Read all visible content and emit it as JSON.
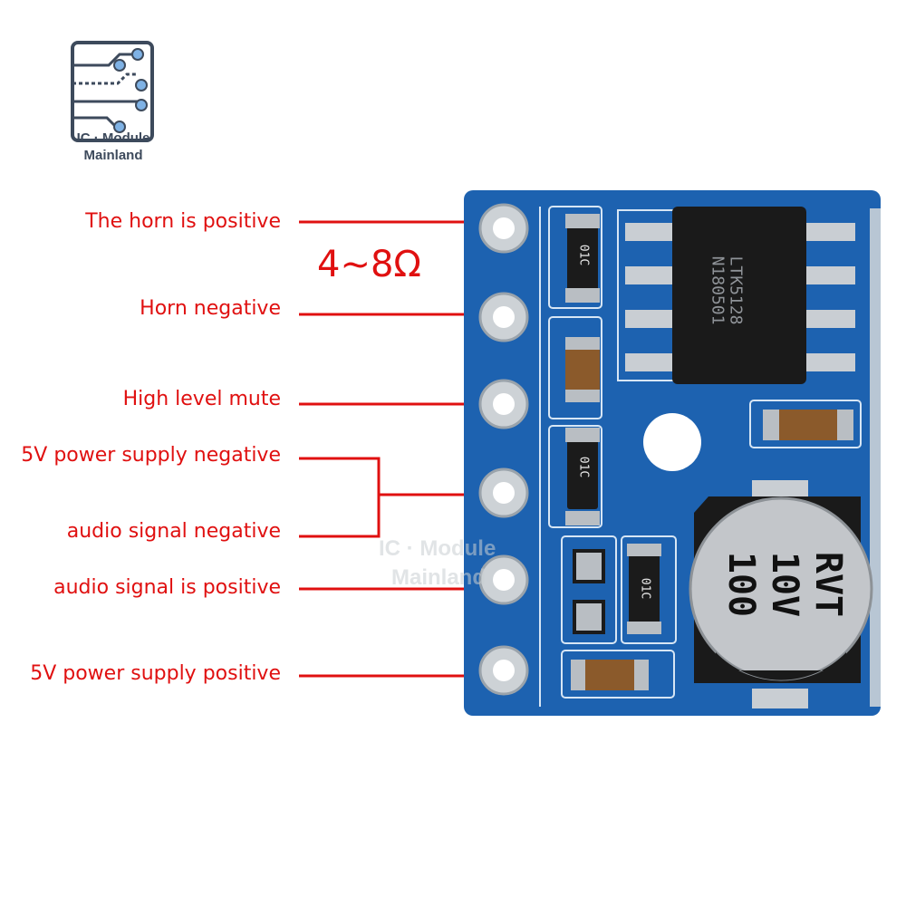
{
  "logo": {
    "line1": "IC · Module",
    "line2": "Mainland",
    "icon": "circuit-board-icon"
  },
  "impedance": "4~8Ω",
  "pins": [
    {
      "label": "The horn is positive"
    },
    {
      "label": "Horn negative"
    },
    {
      "label": "High level mute"
    },
    {
      "label": "5V power supply negative"
    },
    {
      "label": "audio signal negative"
    },
    {
      "label": "audio signal is positive"
    },
    {
      "label": "5V power supply positive"
    }
  ],
  "board": {
    "chip_text": [
      "LTK5128",
      "N180501"
    ],
    "capacitor_text": [
      "100",
      "10V",
      "RVT"
    ],
    "resistor_text": [
      "01C",
      "01C",
      "01C"
    ],
    "watermark": [
      "IC · Module",
      "Mainland"
    ]
  },
  "colors": {
    "label": "#e01010",
    "pcb": "#1d62b0",
    "logo": "#3d4a5c",
    "logo_accent": "#7fb2e5"
  }
}
